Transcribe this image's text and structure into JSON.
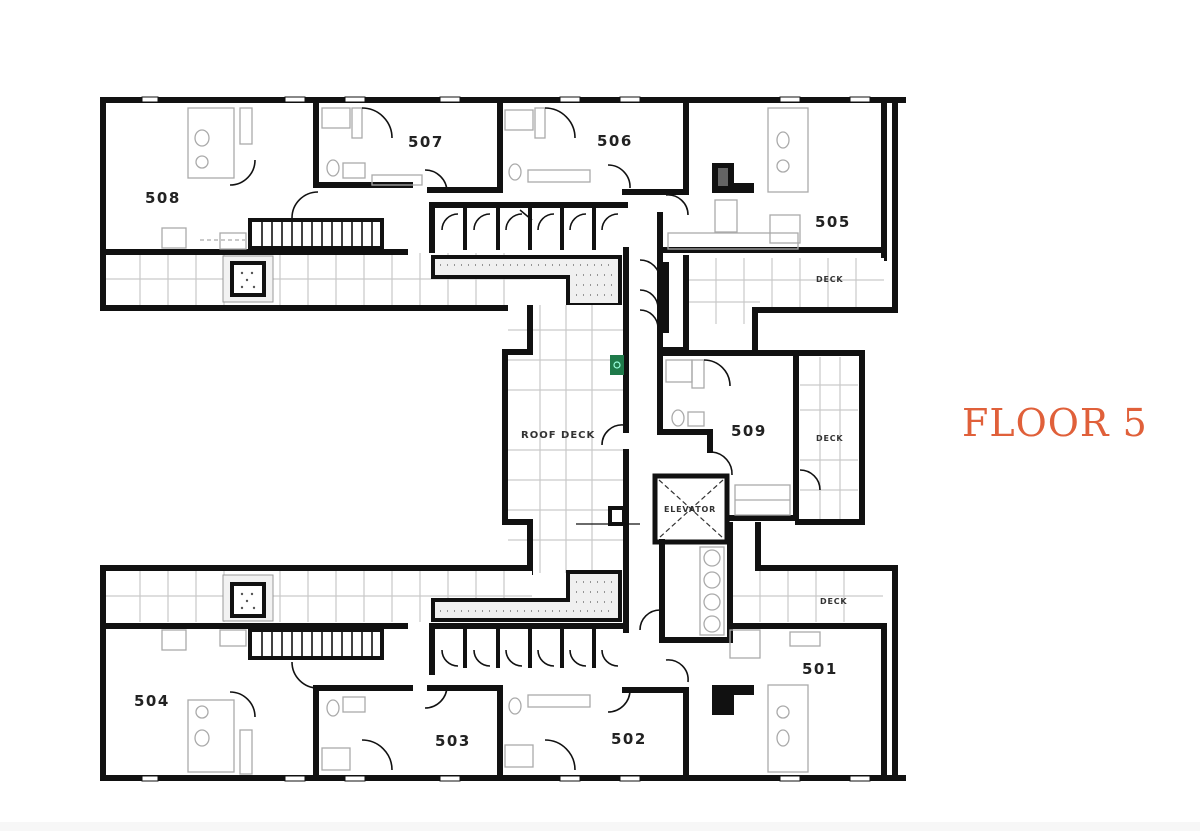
{
  "title": "FLOOR 5",
  "colors": {
    "title": "#e0603a",
    "walls": "#111111",
    "fixtures": "#aaaaaa",
    "exit_sign": "#1f7a4a"
  },
  "units": [
    {
      "id": "508",
      "label": "508"
    },
    {
      "id": "507",
      "label": "507"
    },
    {
      "id": "506",
      "label": "506"
    },
    {
      "id": "505",
      "label": "505"
    },
    {
      "id": "509",
      "label": "509"
    },
    {
      "id": "504",
      "label": "504"
    },
    {
      "id": "503",
      "label": "503"
    },
    {
      "id": "502",
      "label": "502"
    },
    {
      "id": "501",
      "label": "501"
    }
  ],
  "spaces": {
    "roof_deck": "ROOF DECK",
    "elevator": "ELEVATOR",
    "deck_505": "DECK",
    "deck_509": "DECK",
    "deck_501": "DECK"
  }
}
